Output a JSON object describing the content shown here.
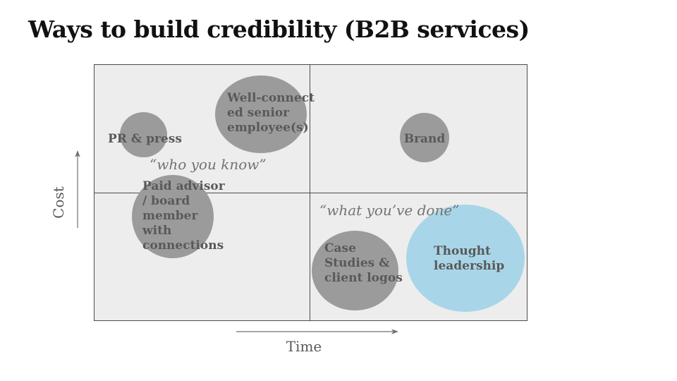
{
  "title": "Ways to build credibility (B2B services)",
  "axes": {
    "y": {
      "label": "Cost",
      "direction": "up"
    },
    "x": {
      "label": "Time",
      "direction": "right"
    }
  },
  "quadrant_labels": {
    "top_left": "“who you know”",
    "bottom_right": "“what you’ve done”"
  },
  "bubbles": [
    {
      "id": "pr-press",
      "lines": [
        "PR & press"
      ],
      "quadrant": "top-left",
      "color": "#9b9b9b"
    },
    {
      "id": "well-connected-senior-employees",
      "lines": [
        "Well-connect",
        "ed senior",
        "employee(s)"
      ],
      "quadrant": "top-left",
      "color": "#9b9b9b"
    },
    {
      "id": "brand",
      "lines": [
        "Brand"
      ],
      "quadrant": "top-right",
      "color": "#9b9b9b"
    },
    {
      "id": "paid-advisor-board-member",
      "lines": [
        "Paid advisor",
        "/ board",
        "member",
        "with",
        "connections"
      ],
      "quadrant": "bottom-left",
      "color": "#9b9b9b"
    },
    {
      "id": "case-studies-client-logos",
      "lines": [
        "Case",
        "Studies &",
        "client logos"
      ],
      "quadrant": "bottom-right",
      "color": "#9b9b9b"
    },
    {
      "id": "thought-leadership",
      "lines": [
        "Thought",
        "leadership"
      ],
      "quadrant": "bottom-right",
      "color": "#a8d6e8"
    }
  ],
  "colors": {
    "plot_background": "#ededed",
    "plot_border": "#4d4d4d",
    "bubble_gray": "#9b9b9b",
    "bubble_blue": "#a8d6e8",
    "label_text": "#595959",
    "quote_text": "#737373",
    "arrow": "#707070",
    "title_text": "#111111"
  },
  "chart_data": {
    "type": "scatter",
    "subtype": "quadrant-bubble-matrix",
    "title": "Ways to build credibility (B2B services)",
    "xlabel": "Time",
    "ylabel": "Cost",
    "grid": "2x2 quadrants, no ticks",
    "quadrant_annotations": {
      "top_left": "“who you know”",
      "bottom_right": "“what you’ve done”"
    },
    "points": [
      {
        "label": "PR & press",
        "x": 0.11,
        "y": 0.71,
        "size": 0.11,
        "color": "#9b9b9b"
      },
      {
        "label": "Well-connected senior employee(s)",
        "x": 0.39,
        "y": 0.81,
        "size": 0.21,
        "color": "#9b9b9b"
      },
      {
        "label": "Brand",
        "x": 0.77,
        "y": 0.71,
        "size": 0.11,
        "color": "#9b9b9b"
      },
      {
        "label": "Paid advisor / board member with connections",
        "x": 0.18,
        "y": 0.4,
        "size": 0.19,
        "color": "#9b9b9b"
      },
      {
        "label": "Case Studies & client logos",
        "x": 0.6,
        "y": 0.19,
        "size": 0.19,
        "color": "#9b9b9b"
      },
      {
        "label": "Thought leadership",
        "x": 0.86,
        "y": 0.24,
        "size": 0.26,
        "color": "#a8d6e8"
      }
    ]
  }
}
